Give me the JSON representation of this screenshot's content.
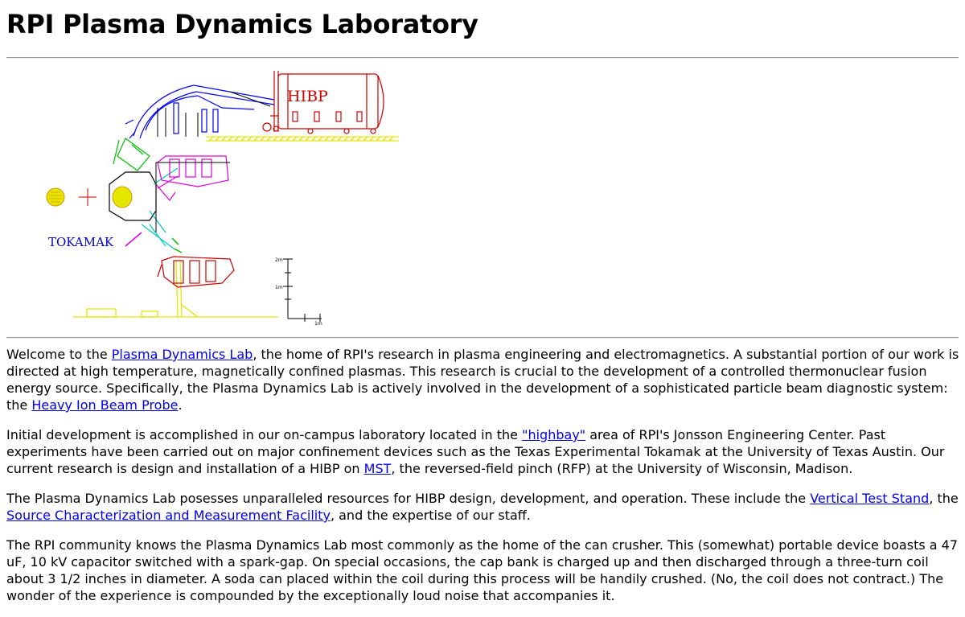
{
  "page_title": "RPI Plasma Dynamics Laboratory",
  "figure": {
    "labels": {
      "hibp": "HIBP",
      "tokamak": "TOKAMAK"
    },
    "scale": {
      "major": "2m",
      "mid": "1m",
      "sub": "1m"
    },
    "colors": {
      "hibp": "#d00000",
      "tokamak": "#0000c0",
      "beam": "#0000ff",
      "stand": "#e6e600",
      "analyzer": "#e000e0",
      "accent": "#00c000",
      "cyan": "#00c8c8"
    }
  },
  "paragraphs": {
    "p1": {
      "t1": "Welcome to the ",
      "link1": "Plasma Dynamics Lab",
      "t2": ", the home of RPI's research in plasma engineering and electromagnetics. A substantial portion of our work is directed at high temperature, magnetically confined plasmas. This research is crucial to the development of a controlled thermonuclear fusion energy source. Specifically, the Plasma Dynamics Lab is actively involved in the development of a sophisticated particle beam diagnostic system: the ",
      "link2": "Heavy Ion Beam Probe",
      "t3": "."
    },
    "p2": {
      "t1": "Initial development is accomplished in our on-campus laboratory located in the ",
      "link1": "\"highbay\"",
      "t2": " area of RPI's Jonsson Engineering Center. Past experiments have been carried out on major confinement devices such as the Texas Experimental Tokamak at the University of Texas Austin. Our current research is design and installation of a HIBP on ",
      "link2": "MST",
      "t3": ", the reversed-field pinch (RFP) at the University of Wisconsin, Madison."
    },
    "p3": {
      "t1": "The Plasma Dynamics Lab posesses unparalleled resources for HIBP design, development, and operation. These include the ",
      "link1": "Vertical Test Stand",
      "t2": ", the ",
      "link2": "Source Characterization and Measurement Facility",
      "t3": ", and the expertise of our staff."
    },
    "p4": {
      "t1": "The RPI community knows the Plasma Dynamics Lab most commonly as the home of the can crusher. This (somewhat) portable device boasts a 47 uF, 10 kV capacitor switched with a spark-gap. On special occasions, the cap bank is charged up and then discharged through a three-turn coil about 3 1/2 inches in diameter. A soda can placed within the coil during this process will be handily crushed. (No, the coil does not contract.) The wonder of the experience is compounded by the exceptionally loud noise that accompanies it."
    }
  }
}
